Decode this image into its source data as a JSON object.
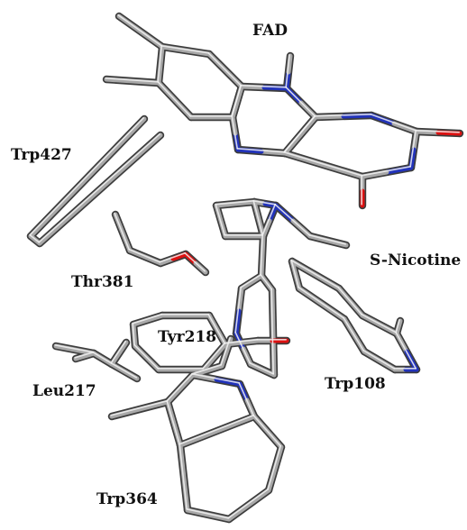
{
  "labels": {
    "fad": "FAD",
    "trp427": "Trp427",
    "s_nicotine": "S-Nicotine",
    "thr381": "Thr381",
    "tyr218": "Tyr218",
    "leu217": "Leu217",
    "trp108": "Trp108",
    "trp364": "Trp364"
  },
  "colors": {
    "background": "#ffffff",
    "carbon": "#a8a8a8",
    "nitrogen": "#2233bb",
    "oxygen": "#dd1111",
    "label": "#111111"
  }
}
